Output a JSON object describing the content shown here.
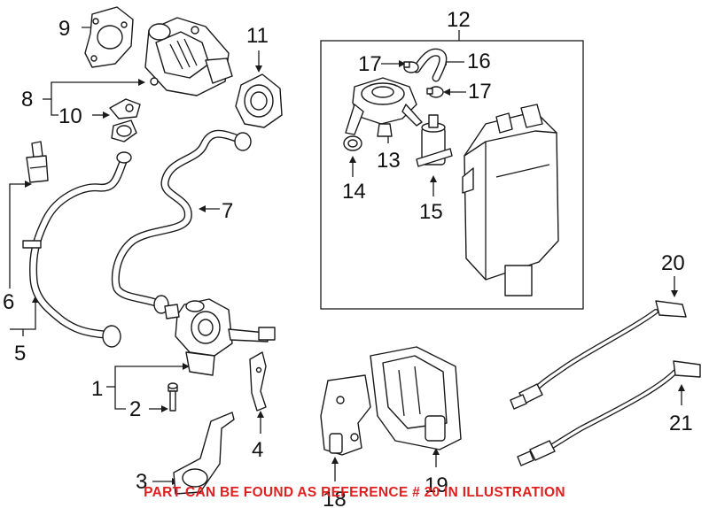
{
  "callouts": {
    "n1": "1",
    "n2": "2",
    "n3": "3",
    "n4": "4",
    "n5": "5",
    "n6": "6",
    "n7": "7",
    "n8": "8",
    "n9": "9",
    "n10": "10",
    "n11": "11",
    "n12": "12",
    "n13": "13",
    "n14": "14",
    "n15": "15",
    "n16": "16",
    "n17a": "17",
    "n17b": "17",
    "n18": "18",
    "n19": "19",
    "n20": "20",
    "n21": "21"
  },
  "footer": {
    "text": "PART CAN BE FOUND AS REFERENCE # 20 IN ILLUSTRATION"
  },
  "colors": {
    "line": "#1a1a1a",
    "footer": "#e01f1f",
    "background": "#ffffff"
  }
}
